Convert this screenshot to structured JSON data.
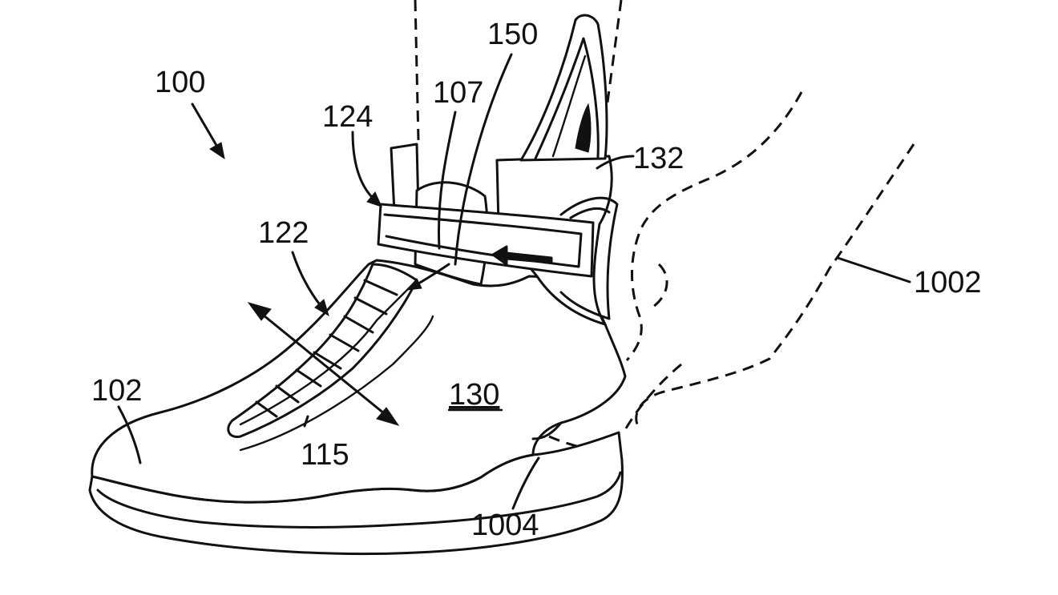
{
  "figure": {
    "labels": {
      "shoe": "100",
      "toe": "102",
      "lace_region": "115",
      "lacing": "122",
      "strap": "124",
      "upper": "130",
      "heel_counter": "132",
      "tongue": "107",
      "sensor_region": "150",
      "foot": "1002",
      "heel": "1004"
    },
    "colors": {
      "ink": "#111111",
      "paper": "#ffffff"
    }
  }
}
